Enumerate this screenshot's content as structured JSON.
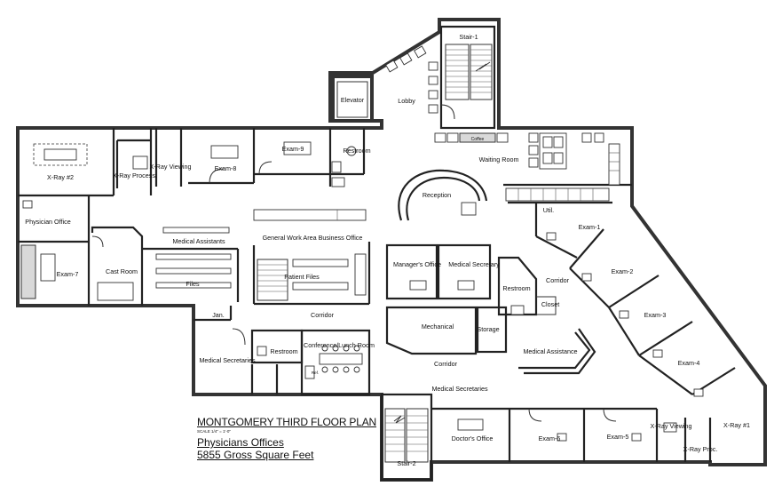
{
  "plan": {
    "title": "MONTGOMERY THIRD FLOOR PLAN",
    "scale": "SCALE 1/4\" = 1'-0\"",
    "subtitle": "Physicians Offices",
    "area": "5855 Gross Square Feet"
  },
  "rooms": {
    "stair_1": "Stair-1",
    "elevator": "Elevator",
    "lobby": "Lobby",
    "coffee": "Coffee",
    "waiting_room": "Waiting Room",
    "reception": "Reception",
    "util": "Util.",
    "xray_2": "X-Ray #2",
    "xray_process": "X-Ray Process.",
    "xray_viewing": "X-Ray Viewing",
    "exam_8": "Exam-8",
    "exam_9": "Exam-9",
    "restroom_top": "Restroom",
    "physician_office": "Physician Office",
    "exam_7": "Exam-7",
    "cast_room": "Cast Room",
    "medical_assistants": "Medical Assistants",
    "files": "Files",
    "general_work_area": "General Work Area Business Office",
    "patient_files": "Patient Files",
    "corridor_left": "Corridor",
    "managers_office": "Manager's Office",
    "medical_secretary": "Medical Secretary",
    "restroom_mid": "Restroom",
    "corridor_right": "Corridor",
    "closet": "Closet",
    "mechanical": "Mechanical",
    "storage": "Storage",
    "medical_assistance": "Medical Assistance",
    "exam_1": "Exam-1",
    "exam_2": "Exam-2",
    "exam_3": "Exam-3",
    "exam_4": "Exam-4",
    "jan": "Jan.",
    "medical_secretaries_left": "Medical Secretaries",
    "restroom_bottom": "Restroom",
    "conference_room": "Conference/Lunch Room",
    "ref": "Ref.",
    "corridor_bottom": "Corridor",
    "medical_secretaries_bottom": "Medical Secretaries",
    "doctors_office": "Doctor's Office",
    "exam_6": "Exam-6",
    "exam_5": "Exam-5",
    "xray_viewing_right": "X-Ray Viewing",
    "xray_proc_right": "X-Ray Proc.",
    "xray_1": "X-Ray #1",
    "stair_2": "Stair-2"
  }
}
